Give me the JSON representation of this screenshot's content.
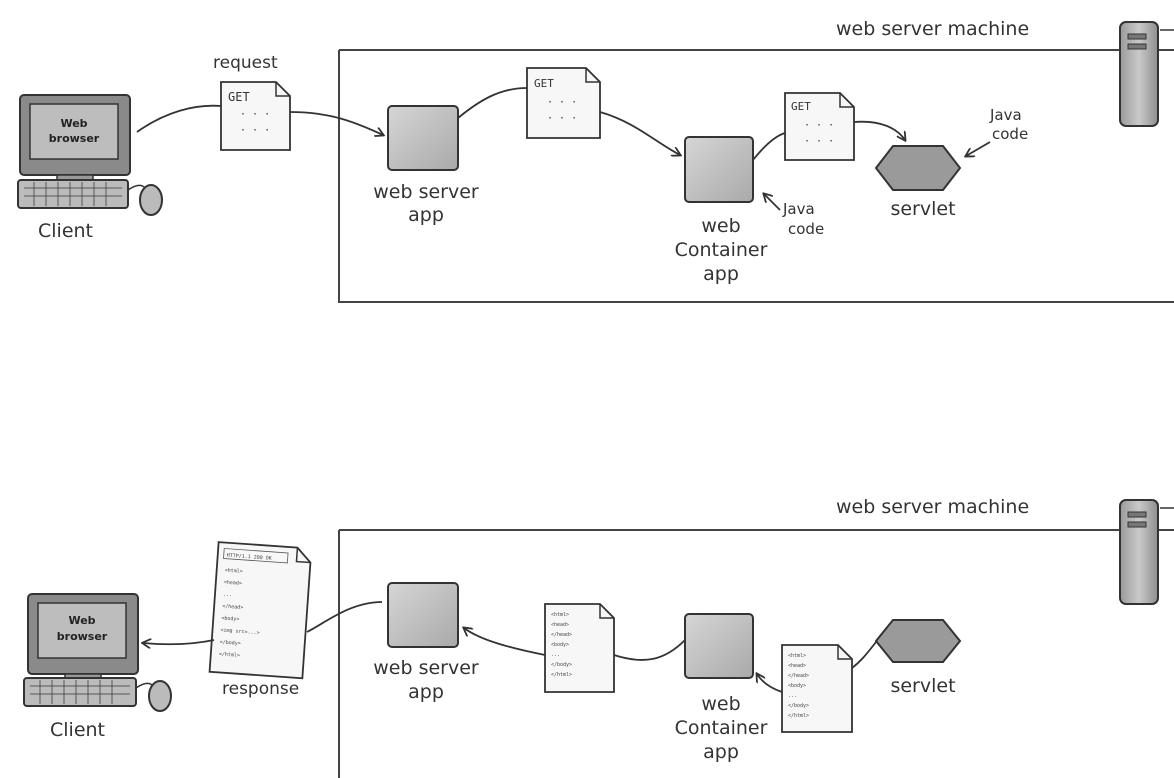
{
  "request_panel": {
    "machine_label": "web server machine",
    "client_screen_line1": "Web",
    "client_screen_line2": "browser",
    "client_label": "Client",
    "request_label": "request",
    "get_label": "GET",
    "dots": "· · ·",
    "web_server_line1": "web server",
    "web_server_line2": "app",
    "container_line1": "web",
    "container_line2": "Container",
    "container_line3": "app",
    "servlet_label": "servlet",
    "java_note_line1": "Java",
    "java_note_line2": "code"
  },
  "response_panel": {
    "machine_label": "web server machine",
    "client_screen_line1": "Web",
    "client_screen_line2": "browser",
    "client_label": "Client",
    "response_label": "response",
    "web_server_line1": "web server",
    "web_server_line2": "app",
    "container_line1": "web",
    "container_line2": "Container",
    "container_line3": "app",
    "servlet_label": "servlet",
    "http_header": "HTTP/1.1 200 OK",
    "html_lines": [
      "<html>",
      "<head>",
      "</head>",
      "<body>",
      "...",
      "</body>",
      "</html>"
    ],
    "response_lines": [
      "<html>",
      "<head>",
      "...",
      "</head>",
      "<body>",
      "<img src=...>",
      "</body>",
      "</html>"
    ]
  },
  "colors": {
    "box_fill": "#bdbdbd",
    "paper": "#f7f7f7",
    "stroke": "#333333"
  }
}
